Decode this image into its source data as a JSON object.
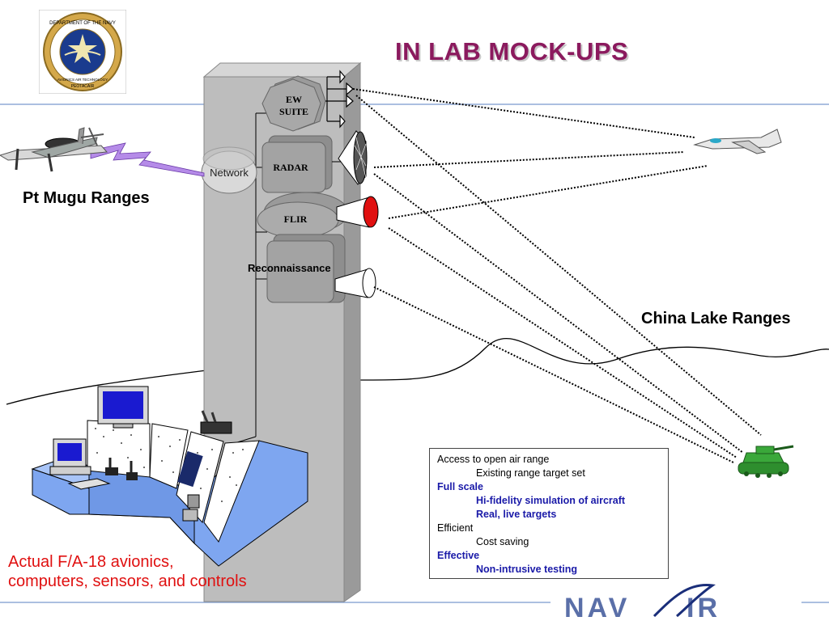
{
  "title": "IN LAB MOCK-UPS",
  "seal": {
    "text_top": "DEPARTMENT OF THE NAVY",
    "text_bottom": "PEOTACAIR",
    "text_inner": "AVIONICS AIR TECHNOLOGY"
  },
  "ranges": {
    "pt_mugu": "Pt Mugu Ranges",
    "china_lake": "China Lake Ranges"
  },
  "modules": {
    "network": "Network",
    "ew_line1": "EW",
    "ew_line2": "SUITE",
    "radar": "RADAR",
    "flir": "FLIR",
    "recon": "Reconnaissance"
  },
  "caption": {
    "line1": "Actual F/A-18 avionics,",
    "line2": "computers, sensors, and controls"
  },
  "benefits": [
    {
      "text": "Access to open air range",
      "indent": false,
      "style": "black"
    },
    {
      "text": "Existing range target set",
      "indent": true,
      "style": "black"
    },
    {
      "text": "Full scale",
      "indent": false,
      "style": "blue"
    },
    {
      "text": "Hi-fidelity simulation of aircraft",
      "indent": true,
      "style": "blue"
    },
    {
      "text": "Real, live targets",
      "indent": true,
      "style": "blue"
    },
    {
      "text": "Efficient",
      "indent": false,
      "style": "black"
    },
    {
      "text": "Cost saving",
      "indent": true,
      "style": "black"
    },
    {
      "text": "Effective",
      "indent": false,
      "style": "blue"
    },
    {
      "text": "Non-intrusive testing",
      "indent": true,
      "style": "blue"
    }
  ],
  "footer_logo": "NAVAIR",
  "colors": {
    "title": "#8b1a5e",
    "caption": "#e01010",
    "benefit_blue": "#1a1aa8",
    "tower": "#b8b8b8",
    "console": "#7ea6f0",
    "tank": "#3aa83a",
    "flir_lens": "#e01010",
    "lightning": "#b58be8",
    "rule": "#8faad6"
  },
  "icons": [
    "navy-seal-icon",
    "e2-aircraft-icon",
    "lightning-icon",
    "fighter-jet-icon",
    "tank-icon",
    "antenna-icon",
    "radar-dish-icon",
    "flir-sensor-icon",
    "recon-camera-icon",
    "control-console-icon",
    "monitor-icon",
    "joystick-icon"
  ]
}
